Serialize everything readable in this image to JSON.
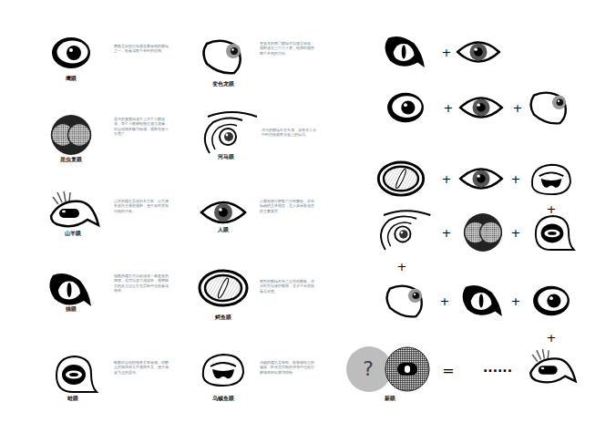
{
  "diagram": {
    "nodes": [
      {
        "text": [
          "鹰眼",
          "鹰眼是目前已知视觉最敏锐的眼睛之一，能看清数千米外的猎物。"
        ]
      },
      {
        "text": [
          "变色龙眼",
          "变色龙的两只眼睛可以独立转动，视野接近三百六十度，能同时观察两个不同的方向。"
        ]
      },
      {
        "text": [
          "昆虫复眼",
          "昆虫的复眼由成千上万个小眼组成，每个小眼都能独立感光成像，对运动物体极为敏感，视野范围十分宽广。"
        ]
      },
      {
        "text": [
          "河马眼",
          "河马的眼睛长在头顶，身体潜入水中时仍能观察水面上的情况。"
        ]
      },
      {
        "text": [
          "山羊眼",
          "山羊的瞳孔呈横向长方形，让它拥有接近全景的视野，便于及时发现周围的天敌。"
        ]
      },
      {
        "text": [
          "人眼",
          "人眼能够分辨数百万种颜色，具有精确的立体视觉，是人类获取信息的主要器官。"
        ]
      },
      {
        "text": [
          "猫眼",
          "猫眼的瞳孔可以收缩成一条竖直的细缝，也可以放大成圆形，视网膜后的反光层让它在黑暗中也能看清物体。"
        ]
      },
      {
        "text": [
          "鳄鱼眼",
          "鳄鱼的眼睛有第三层透明眼睑，潜水时可以保护眼球，在水下依然能看见东西。"
        ]
      },
      {
        "text": [
          "蛙眼",
          "蛙眼对运动的物体非常敏感，对静止的物体却几乎视而不见，便于捕捉飞过的昆虫。"
        ]
      },
      {
        "text": [
          "乌贼鱼眼",
          "乌贼的瞳孔呈W形，能够感知光的偏振，即使在昏暗的深海中也能分辨物体的轮廓与明暗。"
        ]
      },
      {
        "text": [
          "?"
        ]
      },
      {
        "text": [
          "新眼"
        ]
      }
    ],
    "labels": [
      "+",
      "+",
      "+",
      "+",
      "+",
      "+",
      "+",
      "+",
      "+",
      "+",
      "+",
      "+",
      "=",
      "......"
    ]
  }
}
